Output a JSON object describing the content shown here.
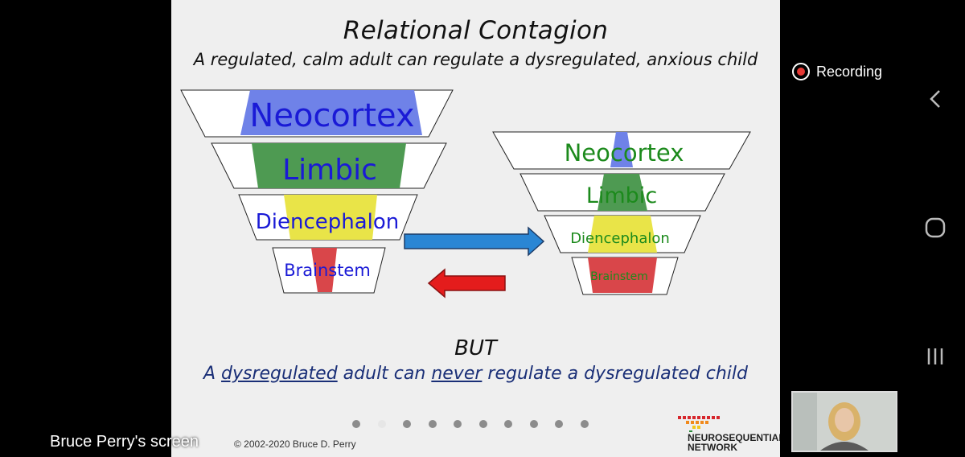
{
  "slide": {
    "title": "Relational Contagion",
    "subtitle": "A regulated, calm adult can regulate a dysregulated, anxious child",
    "left_pyramid": {
      "labels": [
        "Neocortex",
        "Limbic",
        "Diencephalon",
        "Brainstem"
      ],
      "label_color": "#1a1ad6"
    },
    "right_pyramid": {
      "labels": [
        "Neocortex",
        "Limbic",
        "Diencephalon",
        "Brainstem"
      ],
      "label_color": "#1c8a1c"
    },
    "layer_colors": {
      "neocortex": "#6f82e8",
      "limbic": "#4e9a52",
      "diencephalon": "#e9e448",
      "brainstem": "#d9464a"
    },
    "arrow_colors": {
      "right": "#2a86d4",
      "left": "#e41c1c"
    },
    "but": "BUT",
    "bottom": {
      "p1": "A ",
      "u1": "dysregulated",
      "p2": " adult can ",
      "u2": "never",
      "p3": " regulate a dysregulated child"
    },
    "copyright": "© 2002-2020 Bruce D. Perry",
    "logo_line1": "NEUROSEQUENTIAL",
    "logo_line2": "NETWORK",
    "pagination": {
      "count": 10,
      "active_index": 1
    }
  },
  "overlay": {
    "screen_label": "Bruce Perry's screen",
    "recording_label": "Recording"
  },
  "icons": {
    "back": "chevron-left-icon",
    "home": "circle-home-icon",
    "recents": "recent-apps-icon",
    "recording": "record-dot-icon"
  }
}
